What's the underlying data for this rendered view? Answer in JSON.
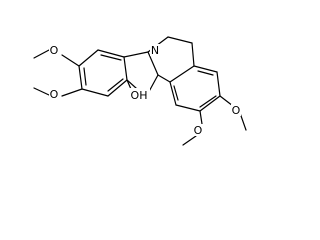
{
  "structure": {
    "atom_labels": {
      "nitrogen": "N",
      "hydroxyl": "OH",
      "oxygen_1": "O",
      "oxygen_2": "O",
      "oxygen_3": "O",
      "oxygen_4": "O"
    },
    "colors": {
      "bond": "#000000",
      "label": "#000000",
      "background": "#ffffff"
    }
  }
}
